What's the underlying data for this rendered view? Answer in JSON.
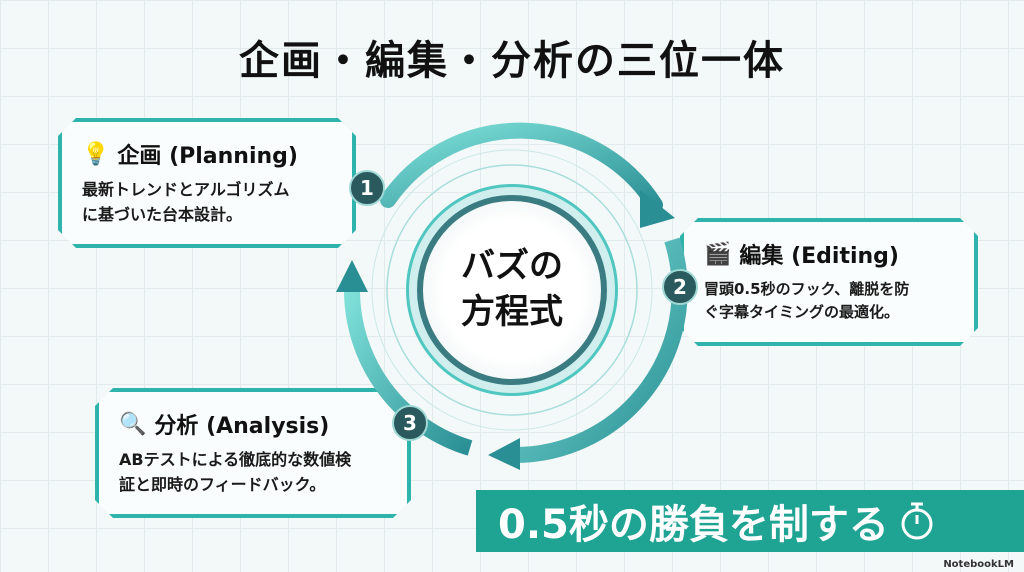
{
  "title": "企画・編集・分析の三位一体",
  "center": {
    "line1": "バズの",
    "line2": "方程式"
  },
  "steps": [
    {
      "number": "1",
      "title": "企画 (Planning)",
      "icon": "lightbulb-gear-icon",
      "line1": "最新トレンドとアルゴリズム",
      "line2": "に基づいた台本設計。"
    },
    {
      "number": "2",
      "title": "編集 (Editing)",
      "icon": "film-scissors-icon",
      "line1": "冒頭0.5秒のフック、離脱を防",
      "line2": "ぐ字幕タイミングの最適化。"
    },
    {
      "number": "3",
      "title": "分析 (Analysis)",
      "icon": "magnifier-chart-icon",
      "line1": "ABテストによる徹底的な数値検",
      "line2": "証と即時のフィードバック。"
    }
  ],
  "banner": {
    "text": "0.5秒の勝負を制する",
    "icon": "stopwatch-icon"
  },
  "brand": "NotebookLM",
  "colors": {
    "teal": "#1fa393",
    "dark": "#2b5a5e",
    "ring": "#4fc6c0"
  }
}
